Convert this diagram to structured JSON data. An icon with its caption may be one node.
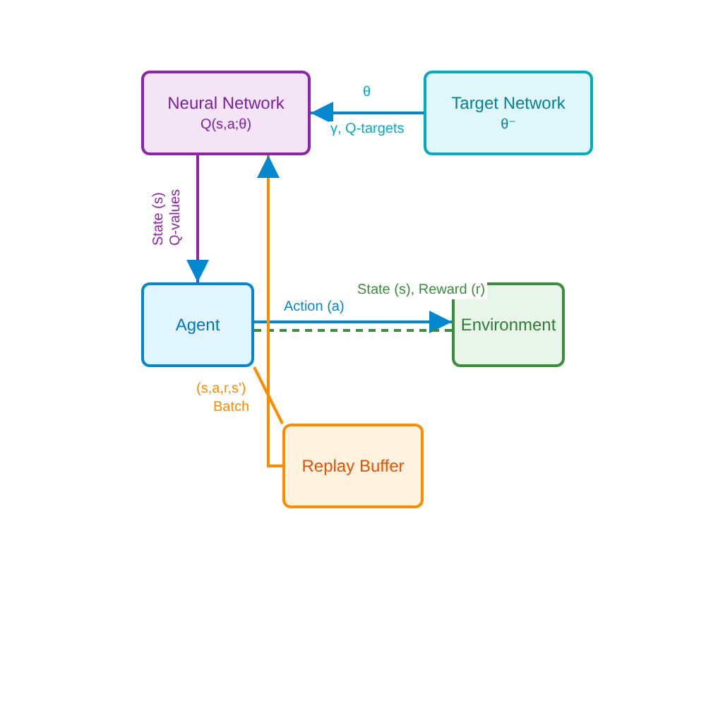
{
  "diagram": {
    "nodes": [
      {
        "text": [
          "Neural Network",
          "Q(s,a;θ)"
        ]
      },
      {
        "text": [
          "Target Network",
          "θ⁻"
        ]
      },
      {
        "text": [
          "Agent"
        ]
      },
      {
        "text": [
          "Environment"
        ]
      },
      {
        "text": [
          "Replay Buffer"
        ]
      }
    ],
    "edges": [
      {
        "from": 1,
        "to": 0,
        "arrow": "to",
        "label": "θ"
      },
      {
        "from": 0,
        "to": 2,
        "arrow": "to",
        "label": "State (s)",
        "color": "#8e24aa"
      },
      {
        "from": 2,
        "to": 3,
        "arrow": "to",
        "label": "Action (a)"
      },
      {
        "from": 3,
        "to": 2,
        "arrow": "none",
        "label": "State (s), Reward (r)",
        "style": "dashed",
        "color": "#388e3c"
      },
      {
        "from": 4,
        "to": 2,
        "arrow": "none",
        "label": "(s,a,r,s')",
        "color": "#fb8c00"
      },
      {
        "from": 4,
        "to": 0,
        "arrow": "to",
        "label": "Batch",
        "color": "#fb8c00"
      }
    ],
    "labels": [
      "γ, Q-targets",
      "Q-values"
    ]
  }
}
